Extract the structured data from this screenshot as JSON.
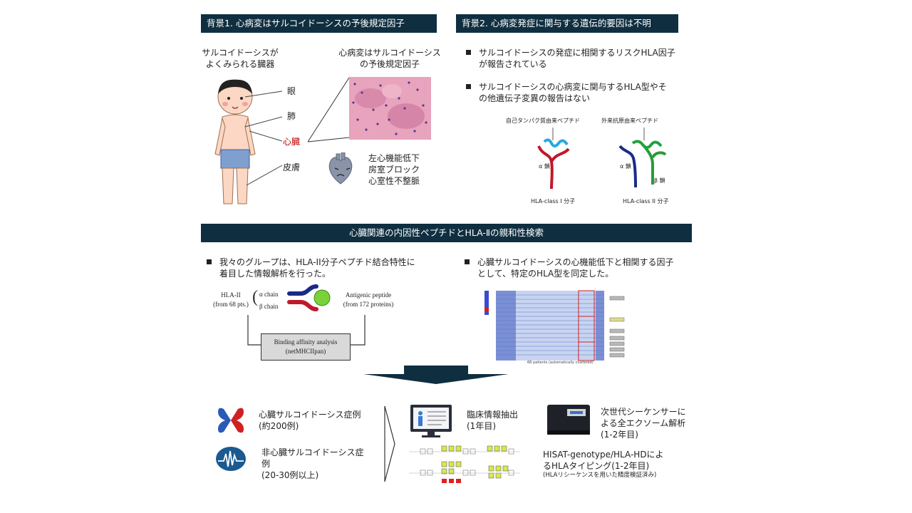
{
  "bg1": {
    "title": "背景1. 心病変はサルコイドーシスの予後規定因子",
    "organs_label_1": "サルコイドーシスが",
    "organs_label_2": "よくみられる臓器",
    "organ_eye": "眼",
    "organ_lung": "肺",
    "organ_heart": "心臓",
    "organ_skin": "皮膚",
    "prognosis_1": "心病変はサルコイドーシス",
    "prognosis_2": "の予後規定因子",
    "symptom_1": "左心機能低下",
    "symptom_2": "房室ブロック",
    "symptom_3": "心室性不整脈"
  },
  "bg2": {
    "title": "背景2. 心病変発症に関与する遺伝的要因は不明",
    "bullet1_line1": "サルコイドーシスの発症に相関するリスクHLA因子",
    "bullet1_line2": "が報告されている",
    "bullet2_line1": "サルコイドーシスの心病変に関与するHLA型やそ",
    "bullet2_line2": "の他遺伝子変異の報告はない",
    "self_peptide": "自己タンパク質由来ペプチド",
    "foreign_peptide": "外来抗原由来ペプチド",
    "alpha_chain_1": "α 鎖",
    "alpha_chain_2": "α 鎖",
    "beta_chain": "β 鎖",
    "class1": "HLA-class I 分子",
    "class2": "HLA-class II 分子"
  },
  "mid": {
    "title": "心臓関連の内因性ペプチドとHLA-Ⅱの親和性検索",
    "left_bullet_1": "我々のグループは、HLA-II分子ペプチド結合特性に",
    "left_bullet_2": "着目した情報解析を行った。",
    "hla2_1": "HLA-II",
    "hla2_2": "(from 68 pts.)",
    "alpha": "α chain",
    "beta": "β chain",
    "antigen_1": "Antigenic peptide",
    "antigen_2": "(from 172 proteins)",
    "binding_1": "Binding affinity analysis",
    "binding_2": "(netMHCIIpan)",
    "right_bullet_1": "心臓サルコイドーシスの心機能低下と相関する因子",
    "right_bullet_2": "として、特定のHLA型を同定した。",
    "heatmap_caption": "68 patients  (automatically clustered)"
  },
  "bottom": {
    "cardiac_1": "心臓サルコイドーシス症例",
    "cardiac_2": "(約200例)",
    "noncardiac_1": "非心臓サルコイドーシス症",
    "noncardiac_2": "例",
    "noncardiac_3": "(20-30例以上)",
    "clinical_1": "臨床情報抽出",
    "clinical_2": "(1年目)",
    "ngs_1": "次世代シーケンサーに",
    "ngs_2": "よる全エクソーム解析",
    "ngs_3": "(1-2年目)",
    "hla_1": "HISAT-genotype/HLA-HDによ",
    "hla_2": "るHLAタイピング(1-2年目)",
    "hla_note": "(HLAリシーケンスを用いた精度検証済み)"
  },
  "colors": {
    "header_bg": "#0f2f40",
    "accent_red": "#c00000"
  }
}
